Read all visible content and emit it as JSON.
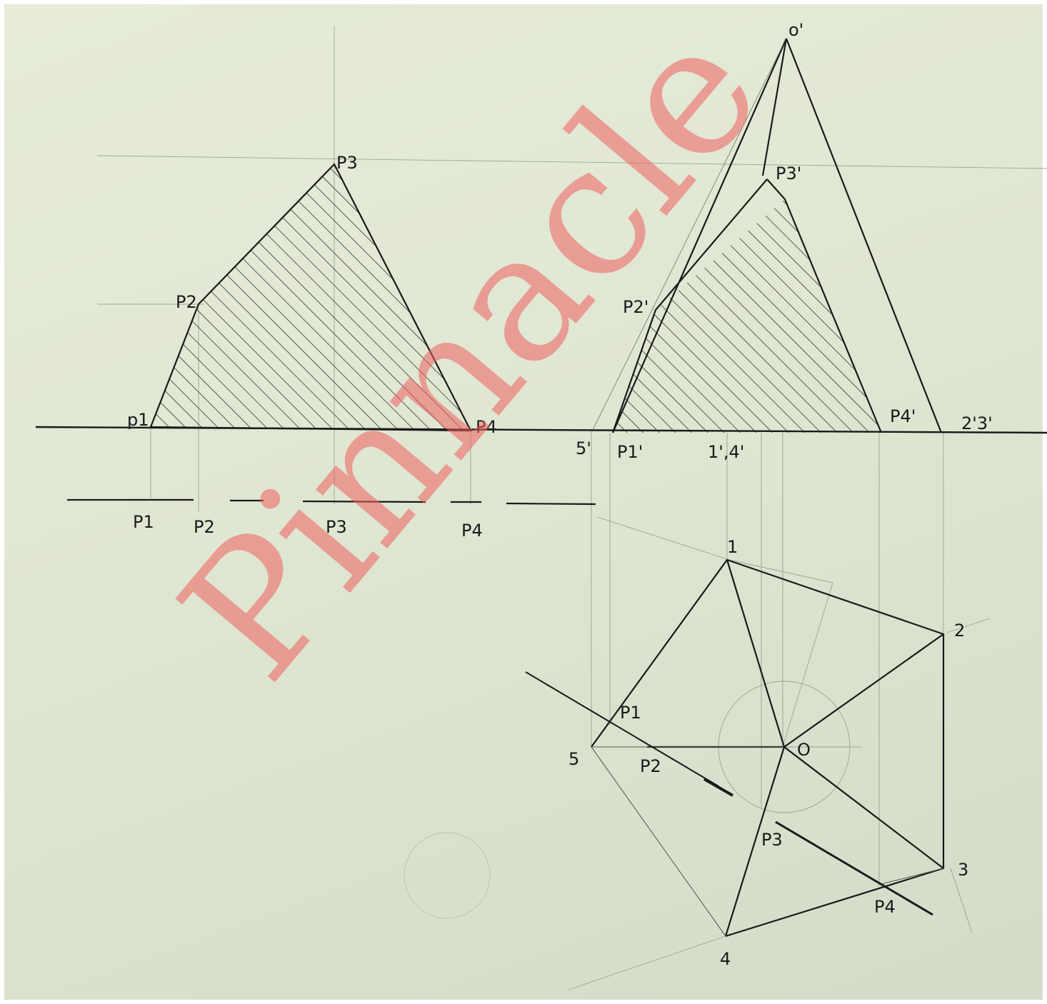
{
  "watermark": "Pinnacle",
  "colors": {
    "paper": "#e3e9d6",
    "ink": "#1a1a1a",
    "watermark": "#f0605f"
  },
  "labels": {
    "front_view": {
      "p1": "p1",
      "p2": "P2",
      "p3": "P3",
      "p4": "P4"
    },
    "section_line": {
      "p1": "P1",
      "p2": "P2",
      "p3": "P3",
      "p4": "P4"
    },
    "side_view": {
      "apex": "o'",
      "p1": "P1'",
      "p2": "P2'",
      "p3": "P3'",
      "p4": "P4'",
      "five": "5'",
      "one_four": "1',4'",
      "two_three": "2'3'"
    },
    "top_view": {
      "one": "1",
      "two": "2",
      "three": "3",
      "four": "4",
      "five": "5",
      "centre": "O",
      "p1": "P1",
      "p2": "P2",
      "p3": "P3",
      "p4": "P4"
    }
  }
}
